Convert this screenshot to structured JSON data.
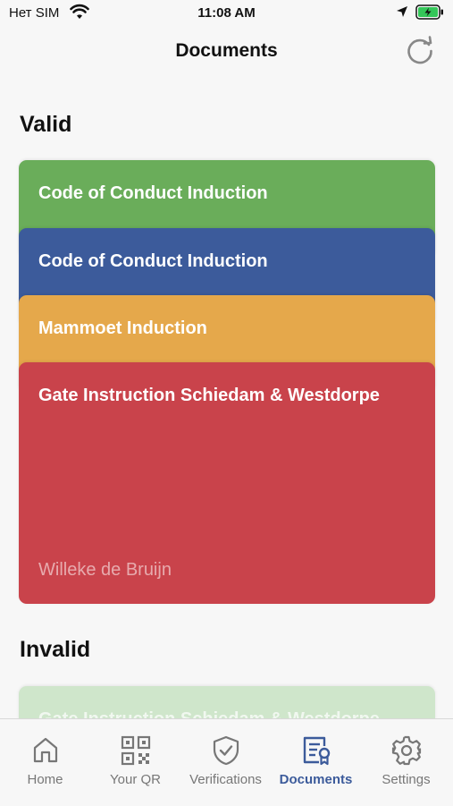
{
  "status_bar": {
    "carrier": "Нет SIM",
    "time": "11:08 AM"
  },
  "header": {
    "title": "Documents"
  },
  "sections": {
    "valid_title": "Valid",
    "invalid_title": "Invalid"
  },
  "valid_documents": [
    {
      "title": "Code of Conduct Induction",
      "color": "#6aad5a"
    },
    {
      "title": "Code of Conduct Induction",
      "color": "#3c5b9b"
    },
    {
      "title": "Mammoet Induction",
      "color": "#e5a84b"
    },
    {
      "title": "Gate Instruction Schiedam & Westdorpe",
      "subtitle": "Willeke de Bruijn",
      "color": "#c9434b"
    }
  ],
  "invalid_documents": [
    {
      "title": "Gate Instruction Schiedam & Westdorpe",
      "color": "#cfe6cb"
    }
  ],
  "tab_bar": {
    "active": "Documents",
    "tabs": [
      {
        "label": "Home",
        "icon": "home-icon"
      },
      {
        "label": "Your QR",
        "icon": "qr-code-icon"
      },
      {
        "label": "Verifications",
        "icon": "shield-check-icon"
      },
      {
        "label": "Documents",
        "icon": "documents-icon"
      },
      {
        "label": "Settings",
        "icon": "gear-icon"
      }
    ]
  },
  "colors": {
    "accent": "#3c5b9b",
    "inactive_tab": "#777777",
    "battery": "#34c759"
  }
}
